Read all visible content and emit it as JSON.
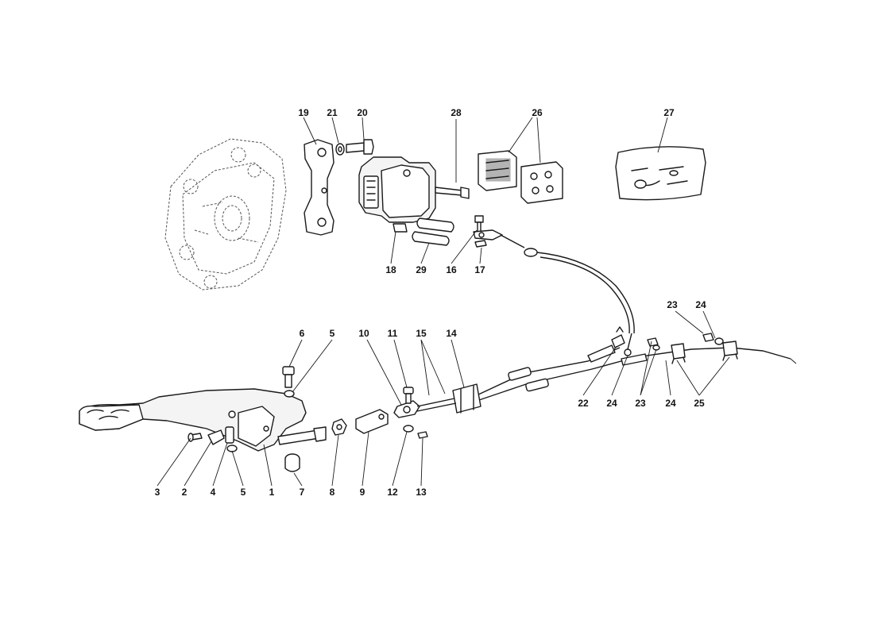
{
  "diagram": {
    "callouts": [
      {
        "id": "c19",
        "text": "19"
      },
      {
        "id": "c21",
        "text": "21"
      },
      {
        "id": "c20",
        "text": "20"
      },
      {
        "id": "c28",
        "text": "28"
      },
      {
        "id": "c26",
        "text": "26"
      },
      {
        "id": "c27",
        "text": "27"
      },
      {
        "id": "c18",
        "text": "18"
      },
      {
        "id": "c29",
        "text": "29"
      },
      {
        "id": "c16",
        "text": "16"
      },
      {
        "id": "c17",
        "text": "17"
      },
      {
        "id": "c23a",
        "text": "23"
      },
      {
        "id": "c24a",
        "text": "24"
      },
      {
        "id": "c6",
        "text": "6"
      },
      {
        "id": "c5a",
        "text": "5"
      },
      {
        "id": "c10",
        "text": "10"
      },
      {
        "id": "c11",
        "text": "11"
      },
      {
        "id": "c15",
        "text": "15"
      },
      {
        "id": "c14",
        "text": "14"
      },
      {
        "id": "c22",
        "text": "22"
      },
      {
        "id": "c24b",
        "text": "24"
      },
      {
        "id": "c23b",
        "text": "23"
      },
      {
        "id": "c24c",
        "text": "24"
      },
      {
        "id": "c25",
        "text": "25"
      },
      {
        "id": "c3",
        "text": "3"
      },
      {
        "id": "c2",
        "text": "2"
      },
      {
        "id": "c4",
        "text": "4"
      },
      {
        "id": "c5b",
        "text": "5"
      },
      {
        "id": "c1",
        "text": "1"
      },
      {
        "id": "c7",
        "text": "7"
      },
      {
        "id": "c8",
        "text": "8"
      },
      {
        "id": "c9",
        "text": "9"
      },
      {
        "id": "c12",
        "text": "12"
      },
      {
        "id": "c13",
        "text": "13"
      }
    ]
  }
}
